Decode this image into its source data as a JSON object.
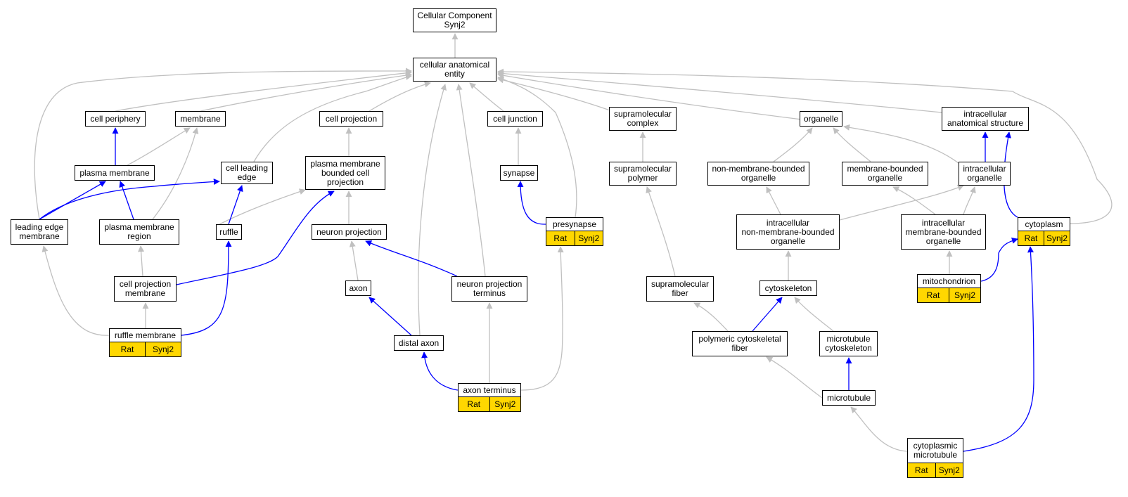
{
  "colors": {
    "is_a_edge": "#C0C0C0",
    "part_of_edge": "#0000FF",
    "annotation_fill": "#FFD700"
  },
  "nodes": {
    "root": "Cellular Component\nSynj2",
    "cae": "cellular anatomical\nentity",
    "cell_periphery": "cell periphery",
    "membrane": "membrane",
    "cell_projection": "cell projection",
    "cell_junction": "cell junction",
    "supramolecular_complex": "supramolecular\ncomplex",
    "organelle": "organelle",
    "intracellular_anatomical_structure": "intracellular\nanatomical structure",
    "plasma_membrane": "plasma membrane",
    "cell_leading_edge": "cell leading\nedge",
    "pm_bounded_cell_projection": "plasma membrane\nbounded cell\nprojection",
    "synapse": "synapse",
    "supramolecular_polymer": "supramolecular\npolymer",
    "non_membrane_bounded_organelle": "non-membrane-bounded\norganelle",
    "membrane_bounded_organelle": "membrane-bounded\norganelle",
    "intracellular_organelle": "intracellular\norganelle",
    "leading_edge_membrane": "leading edge\nmembrane",
    "plasma_membrane_region": "plasma membrane\nregion",
    "ruffle": "ruffle",
    "neuron_projection": "neuron projection",
    "presynapse": "presynapse",
    "intracellular_nmbo": "intracellular\nnon-membrane-bounded\norganelle",
    "intracellular_mbo": "intracellular\nmembrane-bounded\norganelle",
    "cytoplasm": "cytoplasm",
    "cell_projection_membrane": "cell projection\nmembrane",
    "axon": "axon",
    "neuron_projection_terminus": "neuron projection\nterminus",
    "supramolecular_fiber": "supramolecular\nfiber",
    "cytoskeleton": "cytoskeleton",
    "mitochondrion": "mitochondrion",
    "ruffle_membrane": "ruffle membrane",
    "distal_axon": "distal axon",
    "polymeric_cytoskeletal_fiber": "polymeric cytoskeletal\nfiber",
    "microtubule_cytoskeleton": "microtubule\ncytoskeleton",
    "axon_terminus": "axon terminus",
    "microtubule": "microtubule",
    "cytoplasmic_microtubule": "cytoplasmic\nmicrotubule"
  },
  "annotations": {
    "species": "Rat",
    "gene": "Synj2"
  }
}
